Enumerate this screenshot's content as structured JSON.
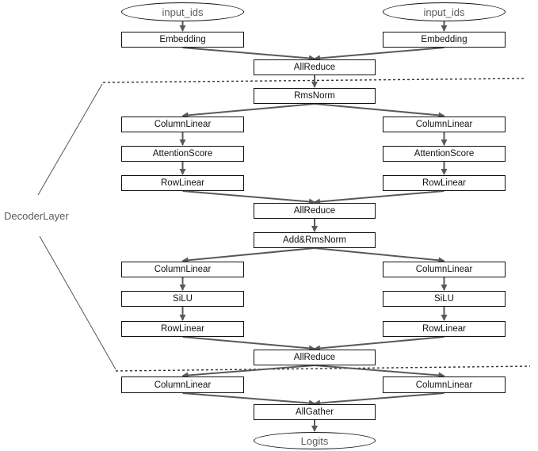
{
  "colors": {
    "arrow": "#595959",
    "box_border": "#111111",
    "dashed_line": "#333333",
    "bracket": "#555555"
  },
  "side_label": "DecoderLayer",
  "nodes": {
    "input_left": "input_ids",
    "input_right": "input_ids",
    "embed_left": "Embedding",
    "embed_right": "Embedding",
    "allreduce_embed": "AllReduce",
    "rmsnorm": "RmsNorm",
    "attn_col_left": "ColumnLinear",
    "attn_col_right": "ColumnLinear",
    "attn_score_left": "AttentionScore",
    "attn_score_right": "AttentionScore",
    "attn_row_left": "RowLinear",
    "attn_row_right": "RowLinear",
    "allreduce_attn": "AllReduce",
    "add_rmsnorm": "Add&RmsNorm",
    "mlp_col_left": "ColumnLinear",
    "mlp_col_right": "ColumnLinear",
    "silu_left": "SiLU",
    "silu_right": "SiLU",
    "mlp_row_left": "RowLinear",
    "mlp_row_right": "RowLinear",
    "allreduce_mlp": "AllReduce",
    "lm_col_left": "ColumnLinear",
    "lm_col_right": "ColumnLinear",
    "allgather": "AllGather",
    "logits": "Logits"
  },
  "edges": [
    [
      "input_left",
      "embed_left"
    ],
    [
      "input_right",
      "embed_right"
    ],
    [
      "embed_left",
      "allreduce_embed"
    ],
    [
      "embed_right",
      "allreduce_embed"
    ],
    [
      "allreduce_embed",
      "rmsnorm"
    ],
    [
      "rmsnorm",
      "attn_col_left"
    ],
    [
      "rmsnorm",
      "attn_col_right"
    ],
    [
      "attn_col_left",
      "attn_score_left"
    ],
    [
      "attn_col_right",
      "attn_score_right"
    ],
    [
      "attn_score_left",
      "attn_row_left"
    ],
    [
      "attn_score_right",
      "attn_row_right"
    ],
    [
      "attn_row_left",
      "allreduce_attn"
    ],
    [
      "attn_row_right",
      "allreduce_attn"
    ],
    [
      "allreduce_attn",
      "add_rmsnorm"
    ],
    [
      "add_rmsnorm",
      "mlp_col_left"
    ],
    [
      "add_rmsnorm",
      "mlp_col_right"
    ],
    [
      "mlp_col_left",
      "silu_left"
    ],
    [
      "mlp_col_right",
      "silu_right"
    ],
    [
      "silu_left",
      "mlp_row_left"
    ],
    [
      "silu_right",
      "mlp_row_right"
    ],
    [
      "mlp_row_left",
      "allreduce_mlp"
    ],
    [
      "mlp_row_right",
      "allreduce_mlp"
    ],
    [
      "allreduce_mlp",
      "lm_col_left"
    ],
    [
      "allreduce_mlp",
      "lm_col_right"
    ],
    [
      "lm_col_left",
      "allgather"
    ],
    [
      "lm_col_right",
      "allgather"
    ],
    [
      "allgather",
      "logits"
    ]
  ]
}
